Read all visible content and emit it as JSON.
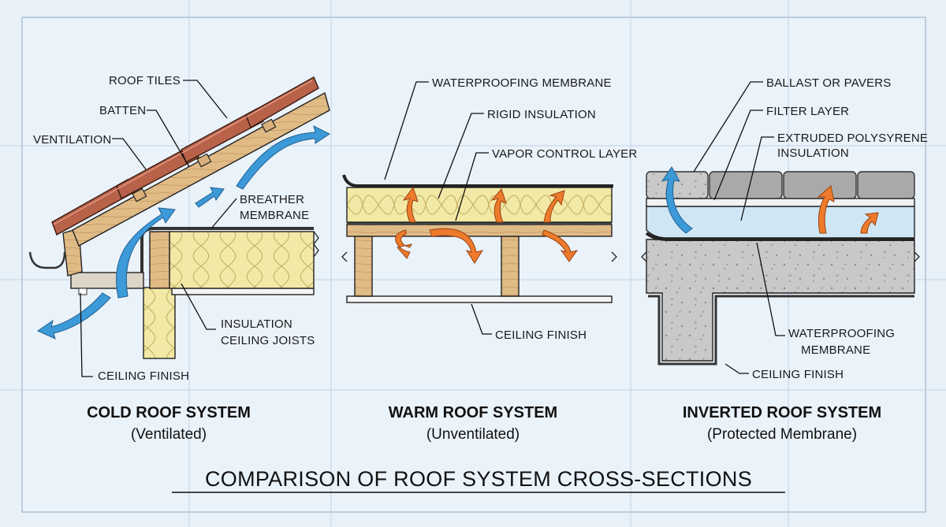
{
  "title": "COMPARISON OF ROOF SYSTEM CROSS-SECTIONS",
  "colors": {
    "background": "#e8f0f8",
    "insulation": "#f3e9a6",
    "timber": "#e0bb86",
    "tiles": "#b8624a",
    "airflow": "#3d9ad8",
    "vapor": "#ee7a2c",
    "concrete": "#c9c9c9",
    "xps": "#cfe6f5"
  },
  "cold": {
    "title": "COLD ROOF SYSTEM",
    "subtitle": "(Ventilated)",
    "labels": {
      "roof_tiles": "ROOF TILES",
      "batten": "BATTEN",
      "ventilation": "VENTILATION",
      "breather_1": "BREATHER",
      "breather_2": "MEMBRANE",
      "insulation_1": "INSULATION",
      "insulation_2": "CEILING JOISTS",
      "ceiling": "CEILING FINISH"
    }
  },
  "warm": {
    "title": "WARM ROOF SYSTEM",
    "subtitle": "(Unventilated)",
    "labels": {
      "membrane": "WATERPROOFING MEMBRANE",
      "rigid": "RIGID INSULATION",
      "vcl": "VAPOR CONTROL LAYER",
      "ceiling": "CEILING FINISH"
    }
  },
  "inverted": {
    "title": "INVERTED ROOF SYSTEM",
    "subtitle": "(Protected Membrane)",
    "labels": {
      "ballast": "BALLAST OR PAVERS",
      "filter": "FILTER LAYER",
      "xps_1": "EXTRUDED POLYSYRENE",
      "xps_2": "INSULATION",
      "membrane_1": "WATERPROOFING",
      "membrane_2": "MEMBRANE",
      "ceiling": "CEILING FINISH"
    }
  }
}
